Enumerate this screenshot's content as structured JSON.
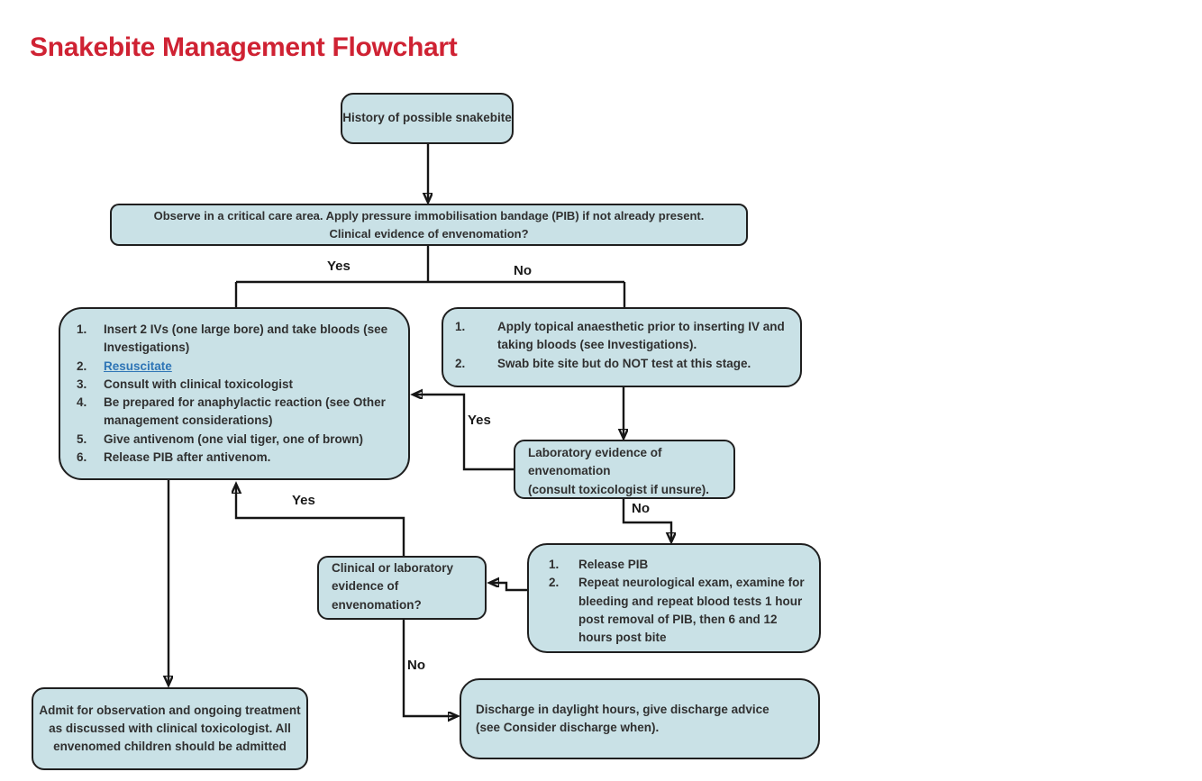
{
  "title": "Snakebite Management Flowchart",
  "colors": {
    "title_red": "#cf2233",
    "box_fill": "#c9e1e6",
    "box_border": "#1f1f1f",
    "link": "#2e75b6",
    "line": "#161616",
    "text": "#303030"
  },
  "nodes": {
    "history": {
      "text": "History of possible snakebite"
    },
    "observe": {
      "lines": [
        "Observe in a critical care area.  Apply pressure immobilisation bandage (PIB) if not already present.",
        "Clinical evidence of envenomation?"
      ]
    },
    "treat_envenomated": {
      "items": [
        "Insert 2 IVs (one large bore) and take bloods (see Investigations)",
        "Resuscitate",
        "Consult with clinical toxicologist",
        "Be prepared for anaphylactic reaction (see Other management considerations)",
        "Give antivenom (one vial tiger, one of brown)",
        "Release PIB after antivenom."
      ]
    },
    "no_envenomation_care": {
      "items": [
        "Apply topical anaesthetic prior to inserting IV and taking bloods (see Investigations).",
        "Swab bite site but do NOT test at this stage."
      ]
    },
    "lab_evidence": {
      "lines": [
        "Laboratory evidence of",
        "envenomation",
        "(consult toxicologist if unsure)."
      ]
    },
    "release_pib_retest": {
      "items": [
        "Release PIB",
        "Repeat neurological exam, examine for bleeding and repeat blood tests 1 hour post removal of PIB, then 6 and 12 hours post bite"
      ]
    },
    "clinical_lab_question": {
      "lines": [
        "Clinical or laboratory",
        "evidence of",
        "envenomation?"
      ]
    },
    "discharge": {
      "text": "Discharge in daylight hours, give discharge advice (see Consider discharge when)."
    },
    "admit": {
      "text": "Admit for observation and ongoing treatment as discussed with clinical toxicologist.  All envenomed children should be admitted"
    }
  },
  "edge_labels": {
    "yes_top": "Yes",
    "no_top": "No",
    "yes_mid": "Yes",
    "no_mid": "No",
    "yes_lower": "Yes",
    "no_lower": "No"
  }
}
